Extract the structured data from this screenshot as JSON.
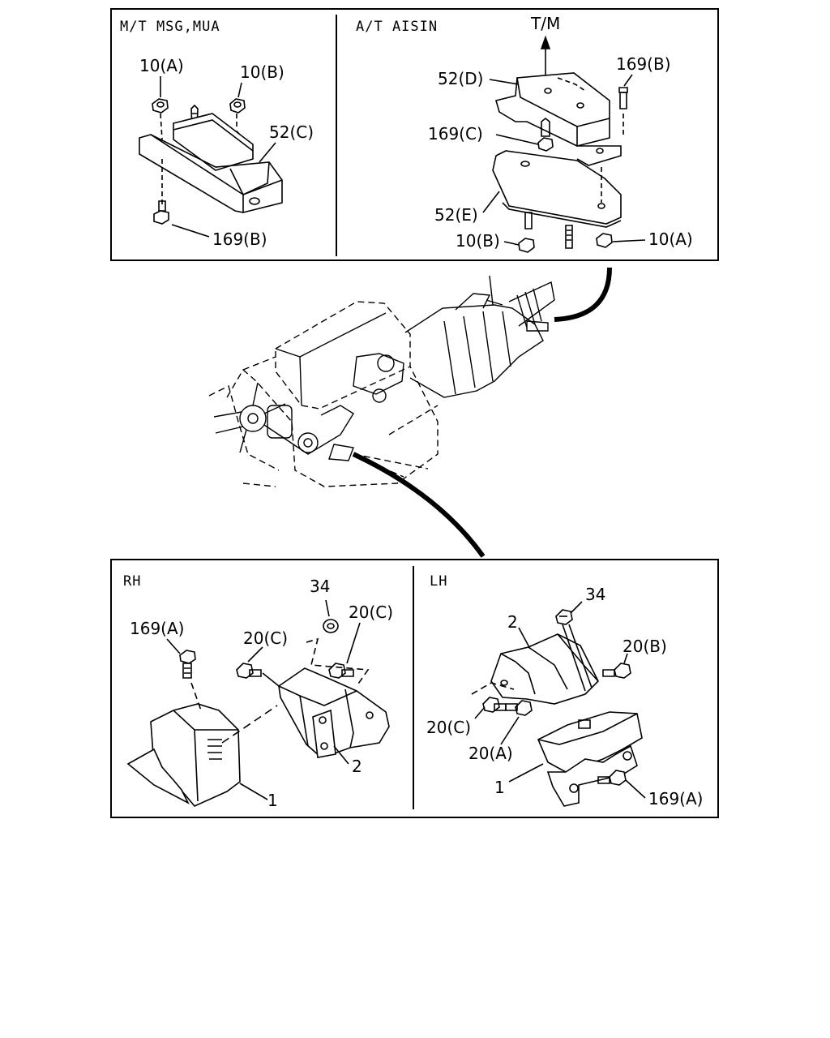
{
  "panels": {
    "top_left": {
      "title": "M/T MSG,MUA"
    },
    "top_right": {
      "title": "A/T AISIN",
      "arrow_label": "T/M"
    },
    "bottom_left": {
      "title": "RH"
    },
    "bottom_right": {
      "title": "LH"
    }
  },
  "callouts": {
    "tl_10a": "10(A)",
    "tl_10b": "10(B)",
    "tl_52c": "52(C)",
    "tl_169b": "169(B)",
    "tr_52d": "52(D)",
    "tr_169b": "169(B)",
    "tr_169c": "169(C)",
    "tr_52e": "52(E)",
    "tr_10b": "10(B)",
    "tr_10a": "10(A)",
    "rh_34": "34",
    "rh_20c_right": "20(C)",
    "rh_20c_left": "20(C)",
    "rh_169a": "169(A)",
    "rh_2": "2",
    "rh_1": "1",
    "lh_34": "34",
    "lh_2": "2",
    "lh_20b": "20(B)",
    "lh_20c": "20(C)",
    "lh_20a": "20(A)",
    "lh_1": "1",
    "lh_169a": "169(A)"
  }
}
